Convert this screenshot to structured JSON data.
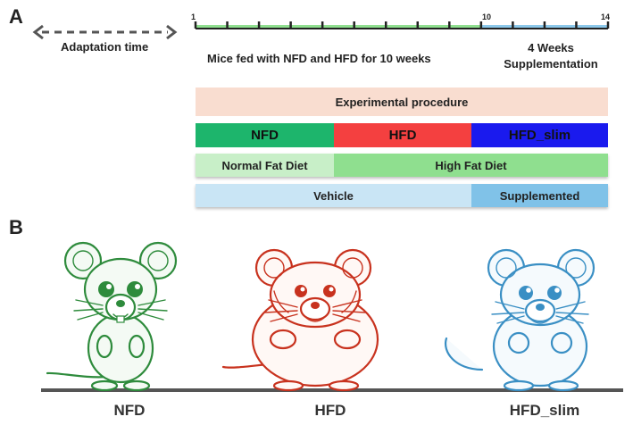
{
  "panels": {
    "a": "A",
    "b": "B"
  },
  "timeline": {
    "adaptation_label": "Adaptation time",
    "week_start": "1",
    "week_mid": "10",
    "week_end": "14",
    "feeding_text": "Mice fed with NFD and HFD for 10 weeks",
    "supplement_text_line1": "4 Weeks",
    "supplement_text_line2": "Supplementation",
    "feeding_weeks": 10,
    "total_weeks": 14
  },
  "procedure": {
    "title": "Experimental procedure",
    "groups": [
      "NFD",
      "HFD",
      "HFD_slim"
    ],
    "diets": [
      "Normal Fat Diet",
      "High Fat Diet"
    ],
    "treatments": [
      "Vehicle",
      "Supplemented"
    ]
  },
  "colors": {
    "nfd": "#1db56c",
    "hfd": "#f44040",
    "hfd_slim": "#1a1aee",
    "nfd_mouse": "#2e8b3c",
    "hfd_mouse": "#c8321e",
    "slim_mouse": "#3a8fc4",
    "title_bg": "#f9ddd0",
    "normal_diet_bg": "#c8efc8",
    "high_diet_bg": "#8fdf8f",
    "vehicle_bg": "#c9e5f5",
    "supplemented_bg": "#80c2e8",
    "timeline_green": "#8fdf8f",
    "timeline_blue": "#8cc8ea"
  },
  "mice": [
    {
      "label": "NFD",
      "icon": "thin-mouse-icon"
    },
    {
      "label": "HFD",
      "icon": "fat-mouse-icon"
    },
    {
      "label": "HFD_slim",
      "icon": "slim-mouse-icon"
    }
  ]
}
